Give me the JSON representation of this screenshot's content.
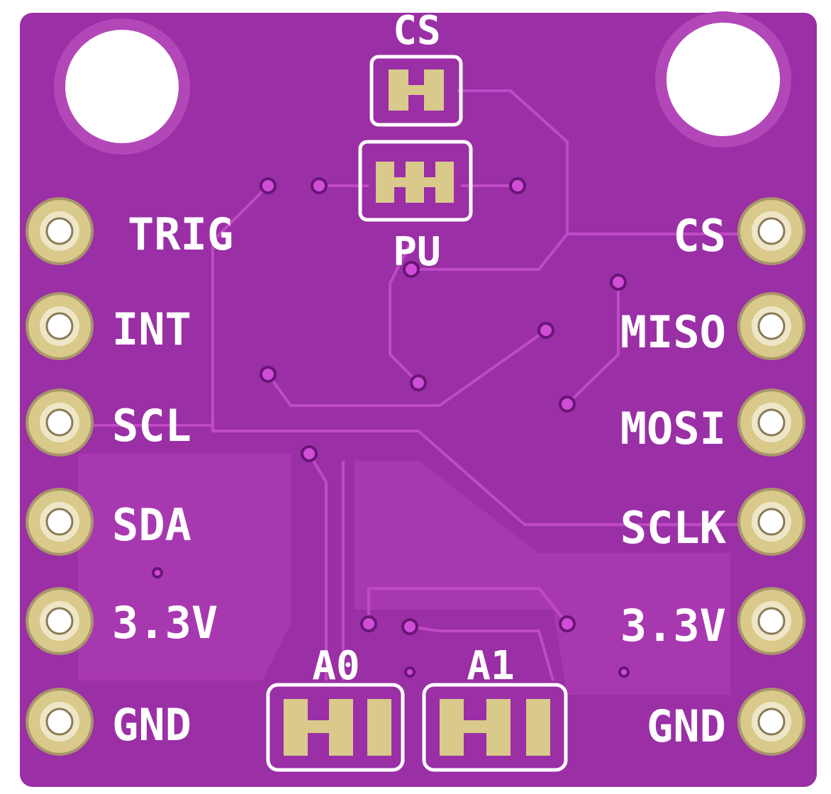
{
  "board": {
    "colors": {
      "pcb": "#9a2fa6",
      "pcb_dark": "#7a1d86",
      "copper": "#b53ab8",
      "silk": "#ffffff",
      "gold": "#d9c98a"
    },
    "left_pins": [
      {
        "label": "TRIG"
      },
      {
        "label": "INT"
      },
      {
        "label": "SCL"
      },
      {
        "label": "SDA"
      },
      {
        "label": "3.3V"
      },
      {
        "label": "GND"
      }
    ],
    "right_pins": [
      {
        "label": "CS"
      },
      {
        "label": "MISO"
      },
      {
        "label": "MOSI"
      },
      {
        "label": "SCLK"
      },
      {
        "label": "3.3V"
      },
      {
        "label": "GND"
      }
    ],
    "jumpers": {
      "cs": "CS",
      "pu": "PU",
      "a0": "A0",
      "a1": "A1"
    }
  }
}
